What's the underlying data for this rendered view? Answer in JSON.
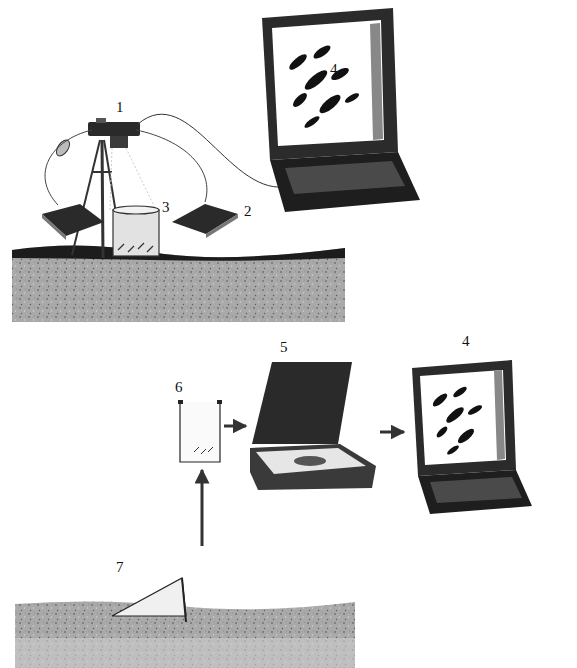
{
  "diagram": {
    "labels": [
      "4",
      "1",
      "2",
      "3",
      "6",
      "5",
      "4",
      "7"
    ]
  }
}
